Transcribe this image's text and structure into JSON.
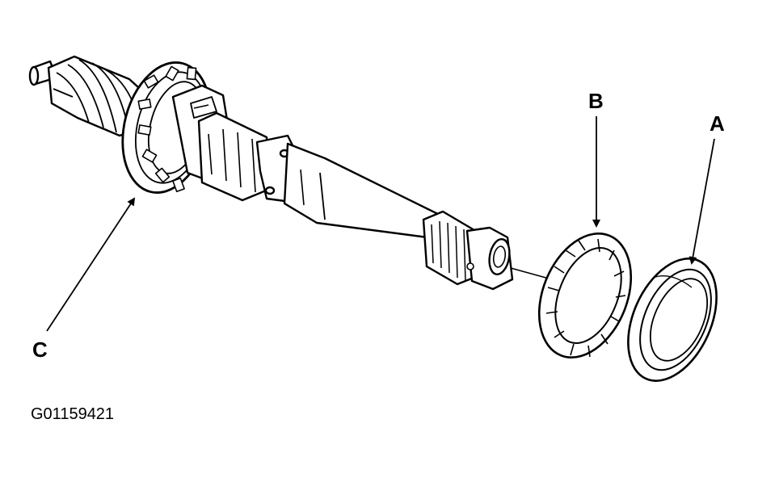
{
  "labels": {
    "a": "A",
    "b": "B",
    "c": "C"
  },
  "figure_code": "G01159421",
  "colors": {
    "line": "#000000",
    "background": "#ffffff"
  }
}
